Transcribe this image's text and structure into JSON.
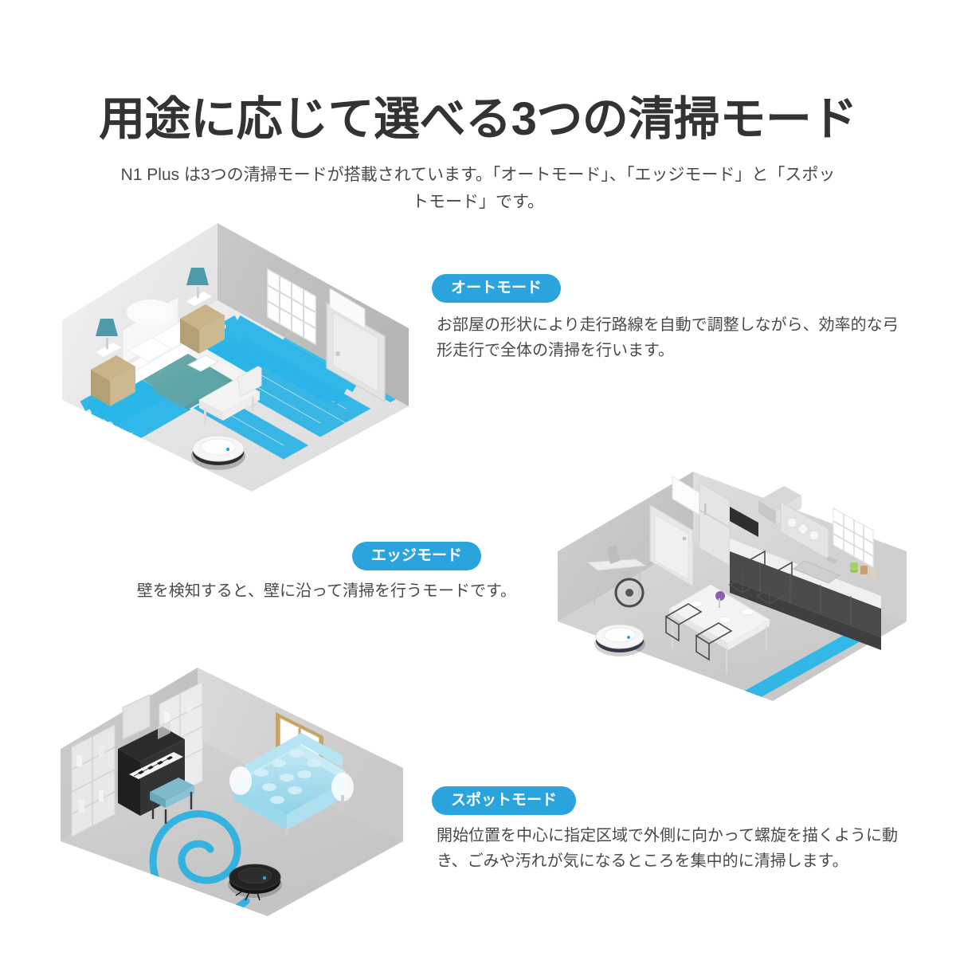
{
  "header": {
    "title": "用途に応じて選べる3つの清掃モード",
    "subtitle": "N1 Plus は3つの清掃モードが搭載されています。「オートモード」、「エッジモード」と「スポットモード」です。"
  },
  "theme": {
    "accent": "#2ba4dd",
    "path_color": "#29b6e8",
    "title_color": "#333333",
    "body_color": "#4a4a4a",
    "background": "#ffffff"
  },
  "modes": [
    {
      "id": "auto",
      "badge": "オートモード",
      "description": "お部屋の形状により走行路線を自動で調整しながら、効率的な弓形走行で全体の清掃を行います。",
      "illustration": "bedroom-isometric-room",
      "path_shape": "zigzag-boustrophedon",
      "robot": "white-robot-vacuum"
    },
    {
      "id": "edge",
      "badge": "エッジモード",
      "description": "壁を検知すると、壁に沿って清掃を行うモードです。",
      "illustration": "kitchen-dining-isometric-room",
      "path_shape": "wall-following-edge",
      "robot": "white-robot-vacuum"
    },
    {
      "id": "spot",
      "badge": "スポットモード",
      "description": "開始位置を中心に指定区域で外側に向かって螺旋を描くように動き、ごみや汚れが気になるところを集中的に清掃します。",
      "illustration": "living-room-isometric-room",
      "path_shape": "outward-spiral",
      "robot": "black-robot-vacuum"
    }
  ]
}
